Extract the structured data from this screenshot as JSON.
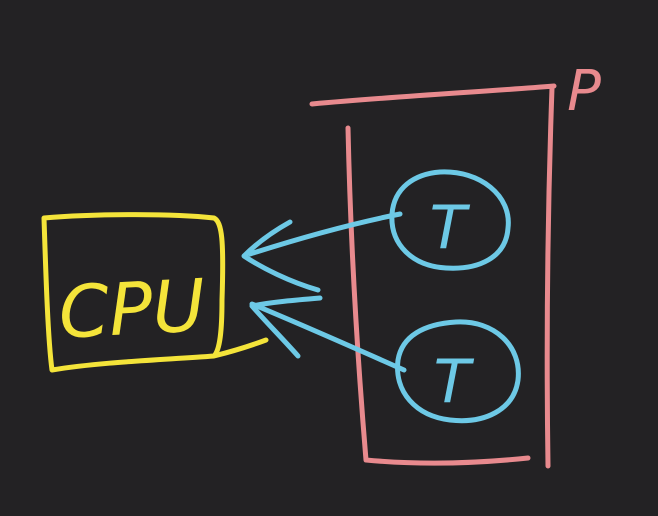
{
  "diagram": {
    "cpu": {
      "label": "CPU",
      "color": "#f4e43a"
    },
    "process": {
      "label": "P",
      "color": "#e88a8e"
    },
    "threads": [
      {
        "label": "T",
        "color": "#6dc9e6"
      },
      {
        "label": "T",
        "color": "#6dc9e6"
      }
    ],
    "arrow_color": "#6dc9e6",
    "background_color": "#232224"
  }
}
